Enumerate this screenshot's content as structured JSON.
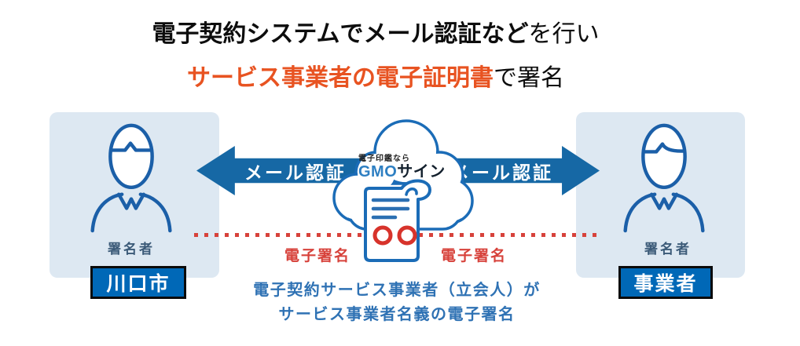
{
  "title": {
    "line1_emphasis": "電子契約システムでメール認証など",
    "line1_rest": "を行い",
    "line2_emphasis": "サービス事業者の電子証明書",
    "line2_rest": "で署名"
  },
  "parties": {
    "left": {
      "role": "署名者",
      "name": "川口市"
    },
    "right": {
      "role": "署名者",
      "name": "事業者"
    }
  },
  "arrows": {
    "left_label": "メール認証",
    "right_label": "メール認証"
  },
  "cloud": {
    "tagline": "電子印鑑なら",
    "brand_gmo": "GMO",
    "brand_sign": "サイン"
  },
  "signatures": {
    "left_label": "電子署名",
    "right_label": "電子署名"
  },
  "caption": {
    "line1": "電子契約サービス事業者（立会人）が",
    "line2": "サービス事業者名義の電子署名"
  },
  "colors": {
    "accent-orange": "#e85321",
    "arrow-blue": "#1668a5",
    "panel-blue": "#dde8f2",
    "badge-blue": "#0068b7",
    "outline-blue": "#1b6cb7",
    "person-blue": "#1b5fa8",
    "signature-red": "#d7423b",
    "caption-blue": "#2f72b4",
    "role-gray-blue": "#3b5a78",
    "brand-blue": "#2e7fc2",
    "brand-dark": "#14212e"
  }
}
